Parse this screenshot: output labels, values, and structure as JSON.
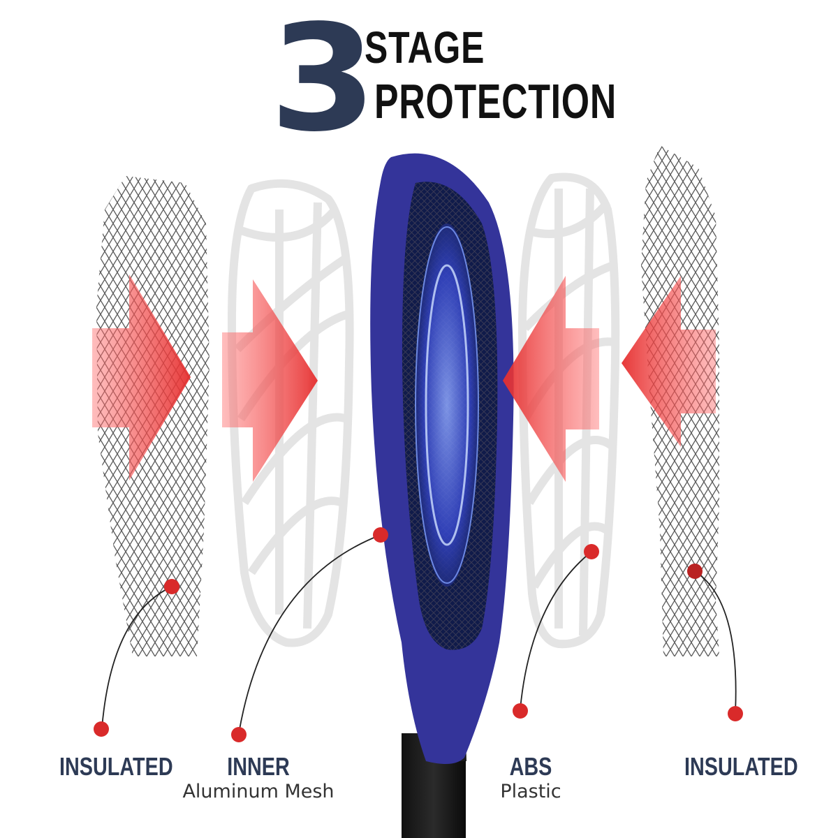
{
  "headline": {
    "number": "3",
    "line1": "STAGE",
    "line2": "PROTECTION"
  },
  "callouts": [
    {
      "title": "INSULATED",
      "subtitle": ""
    },
    {
      "title": "INNER",
      "subtitle": "Aluminum Mesh"
    },
    {
      "title": "ABS",
      "subtitle": "Plastic"
    },
    {
      "title": "INSULATED",
      "subtitle": ""
    }
  ],
  "colors": {
    "headline_number": "#2d3a55",
    "headline_text": "#111111",
    "label": "#2d3a55",
    "racket_frame": "#34349a",
    "arrow": "#e52e2e",
    "dot": "#d92a2a",
    "mesh": "#555555",
    "plastic_frame": "#e6e6e6"
  },
  "icons": {
    "arrows": "red-arrow-icon",
    "racket": "electric-fly-swatter"
  }
}
